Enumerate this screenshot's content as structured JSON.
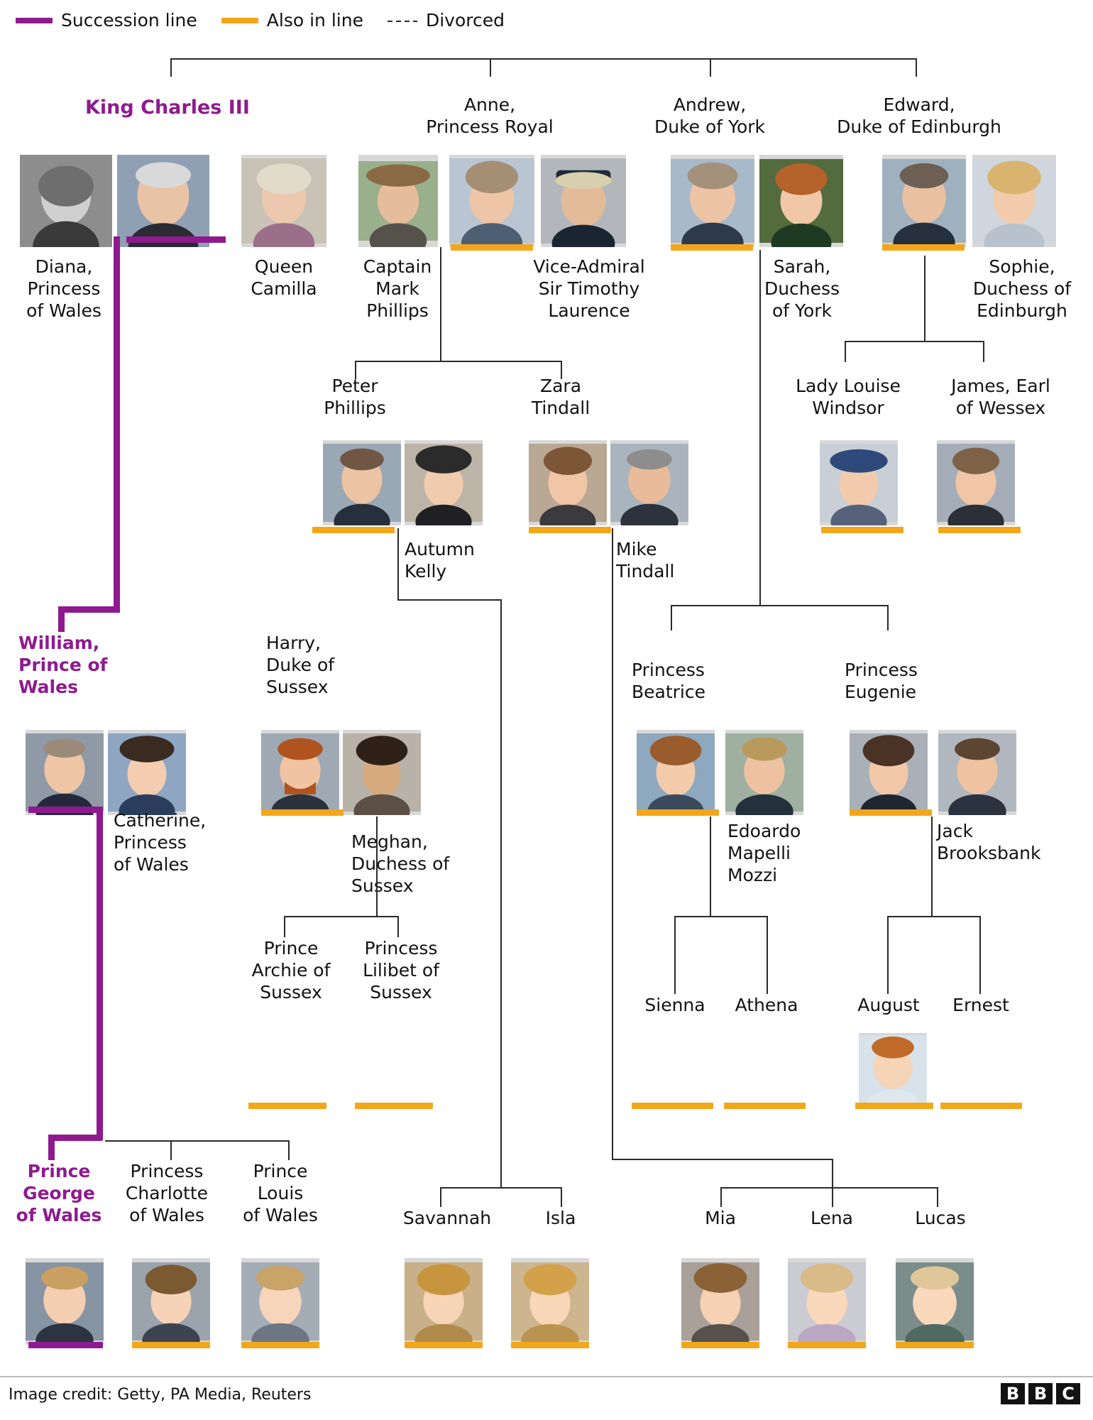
{
  "legend": {
    "items": [
      {
        "label": "Succession line",
        "color": "#8f1a8f",
        "type": "bar"
      },
      {
        "label": "Also in line",
        "color": "#f2a71b",
        "type": "bar"
      },
      {
        "label": "Divorced",
        "color": "#2a2a2a",
        "type": "dashed-line"
      }
    ]
  },
  "footer": {
    "credit": "Image credit: Getty, PA Media, Reuters",
    "logo": [
      "B",
      "B",
      "C"
    ]
  },
  "people": {
    "charles": "King Charles III",
    "anne": "Anne,\nPrincess Royal",
    "andrew": "Andrew,\nDuke of York",
    "edward": "Edward,\nDuke of Edinburgh",
    "diana": "Diana,\nPrincess\nof Wales",
    "camilla": "Queen\nCamilla",
    "mark_phillips": "Captain\nMark\nPhillips",
    "timothy_laurence": "Vice-Admiral\nSir Timothy\nLaurence",
    "sarah": "Sarah,\nDuchess\nof York",
    "sophie": "Sophie,\nDuchess of\nEdinburgh",
    "peter_phillips": "Peter\nPhillips",
    "zara_tindall": "Zara\nTindall",
    "louise": "Lady Louise\nWindsor",
    "james": "James, Earl\nof Wessex",
    "autumn_kelly": "Autumn\nKelly",
    "mike_tindall": "Mike\nTindall",
    "william": "William,\nPrince of\nWales",
    "harry": "Harry,\nDuke of\nSussex",
    "beatrice": "Princess\nBeatrice",
    "eugenie": "Princess\nEugenie",
    "catherine": "Catherine,\nPrincess\nof Wales",
    "meghan": "Meghan,\nDuchess of\nSussex",
    "edoardo": "Edoardo\nMapelli\nMozzi",
    "jack": "Jack\nBrooksbank",
    "archie": "Prince\nArchie of\nSussex",
    "lilibet": "Princess\nLilibet of\nSussex",
    "sienna": "Sienna",
    "athena": "Athena",
    "august": "August",
    "ernest": "Ernest",
    "george": "Prince\nGeorge\nof Wales",
    "charlotte": "Princess\nCharlotte\nof Wales",
    "louis": "Prince\nLouis\nof Wales",
    "savannah": "Savannah",
    "isla": "Isla",
    "mia": "Mia",
    "lena": "Lena",
    "lucas": "Lucas"
  },
  "colors": {
    "succession": "#8f1a8f",
    "also_in_line": "#f2a71b",
    "line": "#2a2a2a",
    "text": "#121212"
  }
}
